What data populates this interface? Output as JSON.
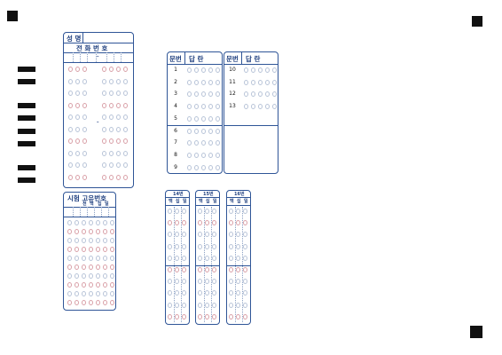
{
  "info_box": {
    "name_label": "성 명",
    "phone_label": "전 화 번 호",
    "dash": "–",
    "dash_mid": "–"
  },
  "id_box": {
    "title": "시험 고유번호",
    "sub_labels": [
      "천",
      "백",
      "십",
      "일"
    ]
  },
  "answer_box": {
    "col_num_label": "문번",
    "col_ans_label": "답   란",
    "left_numbers": [
      "1",
      "2",
      "3",
      "4",
      "5",
      "6",
      "7",
      "8",
      "9"
    ],
    "right_numbers": [
      "10",
      "11",
      "12",
      "13"
    ]
  },
  "short_answers": [
    {
      "title": "14번",
      "cols": [
        "백",
        "십",
        "일"
      ]
    },
    {
      "title": "15번",
      "cols": [
        "백",
        "십",
        "일"
      ]
    },
    {
      "title": "16번",
      "cols": [
        "백",
        "십",
        "일"
      ]
    }
  ]
}
